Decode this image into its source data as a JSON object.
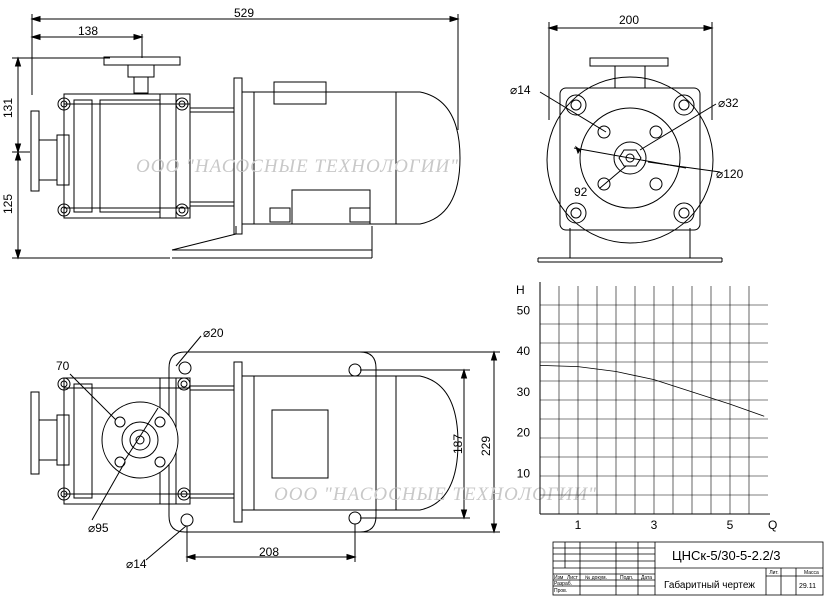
{
  "watermark": "ООО \"НАСОСНЫЕ ТЕХНОЛОГИИ\"",
  "side_view": {
    "dims": {
      "overall_length": "529",
      "flange_offset": "138",
      "upper_height": "131",
      "lower_height": "125"
    }
  },
  "front_view": {
    "dims": {
      "width": "200",
      "hole_dia": "⌀14",
      "shaft_dia": "⌀32",
      "pcd": "⌀120",
      "hex_size": "92"
    }
  },
  "top_view": {
    "dims": {
      "small_hole": "⌀20",
      "bolt_circle_offset": "70",
      "flange_dia": "⌀95",
      "foot_hole": "⌀14",
      "foot_length": "208",
      "foot_width": "187",
      "overall_width": "229"
    }
  },
  "chart_data": {
    "type": "line",
    "title": "",
    "xlabel": "Q",
    "ylabel": "H",
    "x_ticks": [
      1,
      3,
      5
    ],
    "y_ticks": [
      10,
      20,
      30,
      40,
      50
    ],
    "xlim": [
      0,
      6
    ],
    "ylim": [
      0,
      56
    ],
    "grid": true,
    "series": [
      {
        "x": [
          0,
          1,
          2,
          3,
          4,
          5,
          5.9
        ],
        "y": [
          36.5,
          36.2,
          35,
          33,
          30,
          27,
          24
        ]
      }
    ]
  },
  "title_block": {
    "designation": "ЦНСк-5/30-5-2.2/3",
    "doc_title": "Габаритный чертеж",
    "date": "29.11",
    "col_labels": [
      "Изм",
      "Лист",
      "№ докум.",
      "Подп.",
      "Дата"
    ],
    "row_labels": [
      "Разраб.",
      "Пров."
    ],
    "lit_label": "Лит.",
    "mass_label": "Масса"
  }
}
